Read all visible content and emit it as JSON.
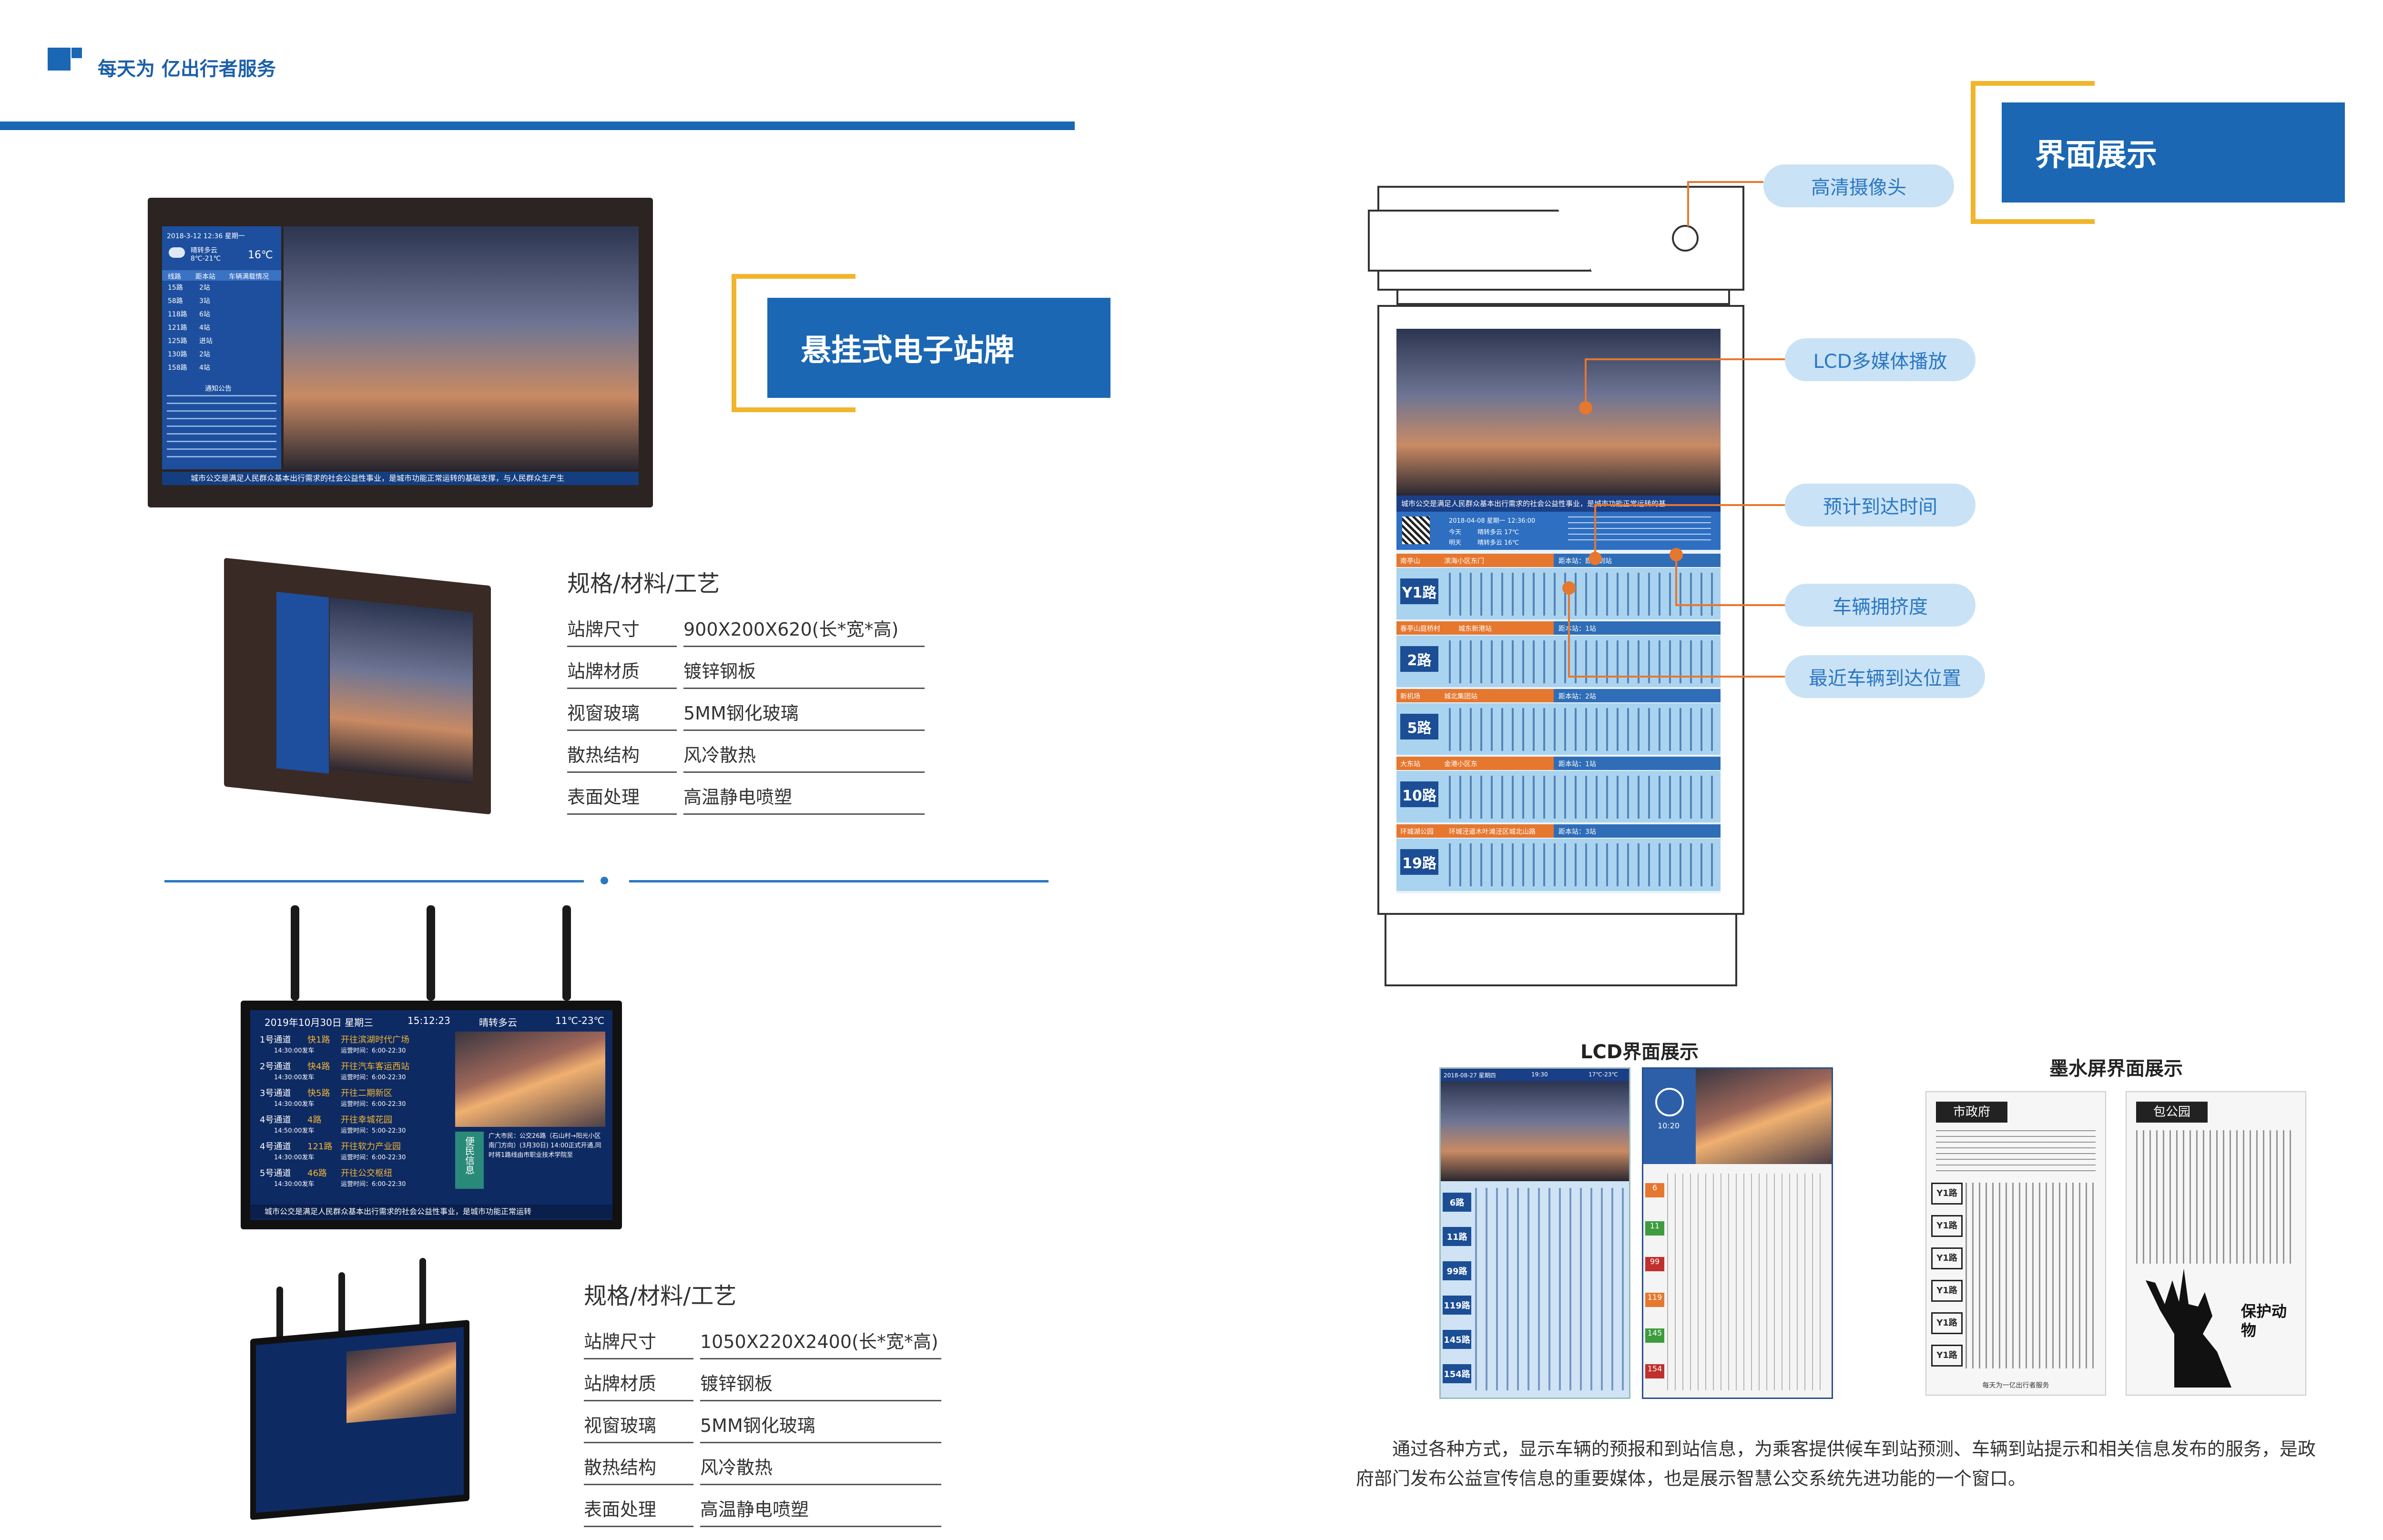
{
  "header": {
    "tagline": "每天为 亿出行者服务"
  },
  "section_left_top": {
    "title": "悬挂式电子站牌",
    "spec_title": "规格/材料/工艺",
    "specs": [
      {
        "key": "站牌尺寸",
        "value": "900X200X620(长*宽*高)"
      },
      {
        "key": "站牌材质",
        "value": "镀锌钢板"
      },
      {
        "key": "视窗玻璃",
        "value": "5MM钢化玻璃"
      },
      {
        "key": "散热结构",
        "value": "风冷散热"
      },
      {
        "key": "表面处理",
        "value": "高温静电喷塑"
      }
    ],
    "device": {
      "date": "2018-3-12 12:36 星期一",
      "weather": "晴转多云",
      "temp_range": "8℃-21℃",
      "temp": "16℃",
      "table_headers": [
        "线路",
        "距本站",
        "车辆满载情况"
      ],
      "routes": [
        "15路",
        "58路",
        "118路",
        "121路",
        "125路",
        "130路",
        "158路"
      ],
      "stops": [
        "2站",
        "3站",
        "6站",
        "4站",
        "进站",
        "2站",
        "4站"
      ],
      "notice_title": "通知公告",
      "ticker": "城市公交是满足人民群众基本出行需求的社会公益性事业，是城市功能正常运转的基础支撑，与人民群众生产生"
    }
  },
  "section_left_bottom": {
    "spec_title": "规格/材料/工艺",
    "specs": [
      {
        "key": "站牌尺寸",
        "value": "1050X220X2400(长*宽*高)"
      },
      {
        "key": "站牌材质",
        "value": "镀锌钢板"
      },
      {
        "key": "视窗玻璃",
        "value": "5MM钢化玻璃"
      },
      {
        "key": "散热结构",
        "value": "风冷散热"
      },
      {
        "key": "表面处理",
        "value": "高温静电喷塑"
      }
    ],
    "device": {
      "date": "2019年10月30日 星期三",
      "time": "15:12:23",
      "weather": "晴转多云",
      "temp": "11℃-23℃",
      "channels": [
        {
          "name": "1号通道",
          "route": "快1路",
          "dest": "开往滨湖时代广场",
          "time": "14:30:00发车",
          "op": "运营时间：6:00-22:30"
        },
        {
          "name": "2号通道",
          "route": "快4路",
          "dest": "开往汽车客运西站",
          "time": "14:30:00发车",
          "op": "运营时间：6:00-22:30"
        },
        {
          "name": "3号通道",
          "route": "快5路",
          "dest": "开往二期新区",
          "time": "14:30:00发车",
          "op": "运营时间：6:00-22:30"
        },
        {
          "name": "4号通道",
          "route": "4路",
          "dest": "开往幸城花园",
          "time": "14:50:00发车",
          "op": "运营时间：5:00-22:30"
        },
        {
          "name": "4号通道",
          "route": "121路",
          "dest": "开往软力产业园",
          "time": "14:30:00发车",
          "op": "运营时间：6:00-22:30"
        },
        {
          "name": "5号通道",
          "route": "46路",
          "dest": "开往公交枢纽",
          "time": "14:30:00发车",
          "op": "运营时间：6:00-22:30"
        }
      ],
      "info_tag": "便民信息",
      "info_text": "广大市民：公交26路（石山村→阳光小区南门方向）(3月30日) 14:00正式开通,同时将1路线由市职业技术学院至",
      "ticker": "城市公交是满足人民群众基本出行需求的社会公益性事业，是城市功能正常运转"
    }
  },
  "section_right": {
    "title": "界面展示",
    "callouts": [
      "高清摄像头",
      "LCD多媒体播放",
      "预计到达时间",
      "车辆拥挤度",
      "最近车辆到达位置"
    ],
    "kiosk": {
      "banner": "城市公交是满足人民群众基本出行需求的社会公益性事业，是城市功能正常运转的基",
      "date": "2018-04-08 星期一 12:36:00",
      "today": "今天",
      "tomorrow": "明天",
      "weather_today": "晴转多云 17℃",
      "weather_tomorrow": "晴转多云 16℃",
      "routes": [
        {
          "from": "南亭山",
          "to": "滨海小区东门",
          "name": "Y1路",
          "station": "距本站：即将到站"
        },
        {
          "from": "春亭山庭桥村",
          "to": "城东新港站",
          "name": "2路",
          "station": "距本站：1站"
        },
        {
          "from": "新机场",
          "to": "城北集团站",
          "name": "5路",
          "station": "距本站：2站"
        },
        {
          "from": "大东站",
          "to": "金港小区东",
          "name": "10路",
          "station": "距本站：1站"
        },
        {
          "from": "环城湖公园",
          "to": "环城泾道木叶滩泾区城北山路",
          "name": "19路",
          "station": "距本站：3站"
        }
      ]
    },
    "lcd_caption": "LCD界面展示",
    "eink_caption": "墨水屏界面展示",
    "lcd_screen1": {
      "date": "2018-08-27 星期四",
      "time": "19:30",
      "temp": "17℃-23℃",
      "routes": [
        "6路",
        "11路",
        "99路",
        "119路",
        "145路",
        "154路"
      ]
    },
    "lcd_screen2": {
      "time": "10:20",
      "routes": [
        "6",
        "11",
        "99",
        "119",
        "145",
        "154"
      ]
    },
    "eink1": {
      "station": "市政府",
      "routes": [
        "Y1路",
        "Y1路",
        "Y1路",
        "Y1路",
        "Y1路",
        "Y1路"
      ],
      "footer": "每天为一亿出行者服务"
    },
    "eink2": {
      "station": "包公园",
      "art_text": "保护动物"
    },
    "paragraph": "通过各种方式，显示车辆的预报和到站信息，为乘客提供候车到站预测、车辆到站提示和相关信息发布的服务，是政府部门发布公益宣传信息的重要媒体，也是展示智慧公交系统先进功能的一个窗口。"
  },
  "colors": {
    "brand_blue": "#1b67b3",
    "accent_yellow": "#f1b52c",
    "callout_orange": "#e6772f",
    "pill_bg": "#c9e2f5"
  }
}
